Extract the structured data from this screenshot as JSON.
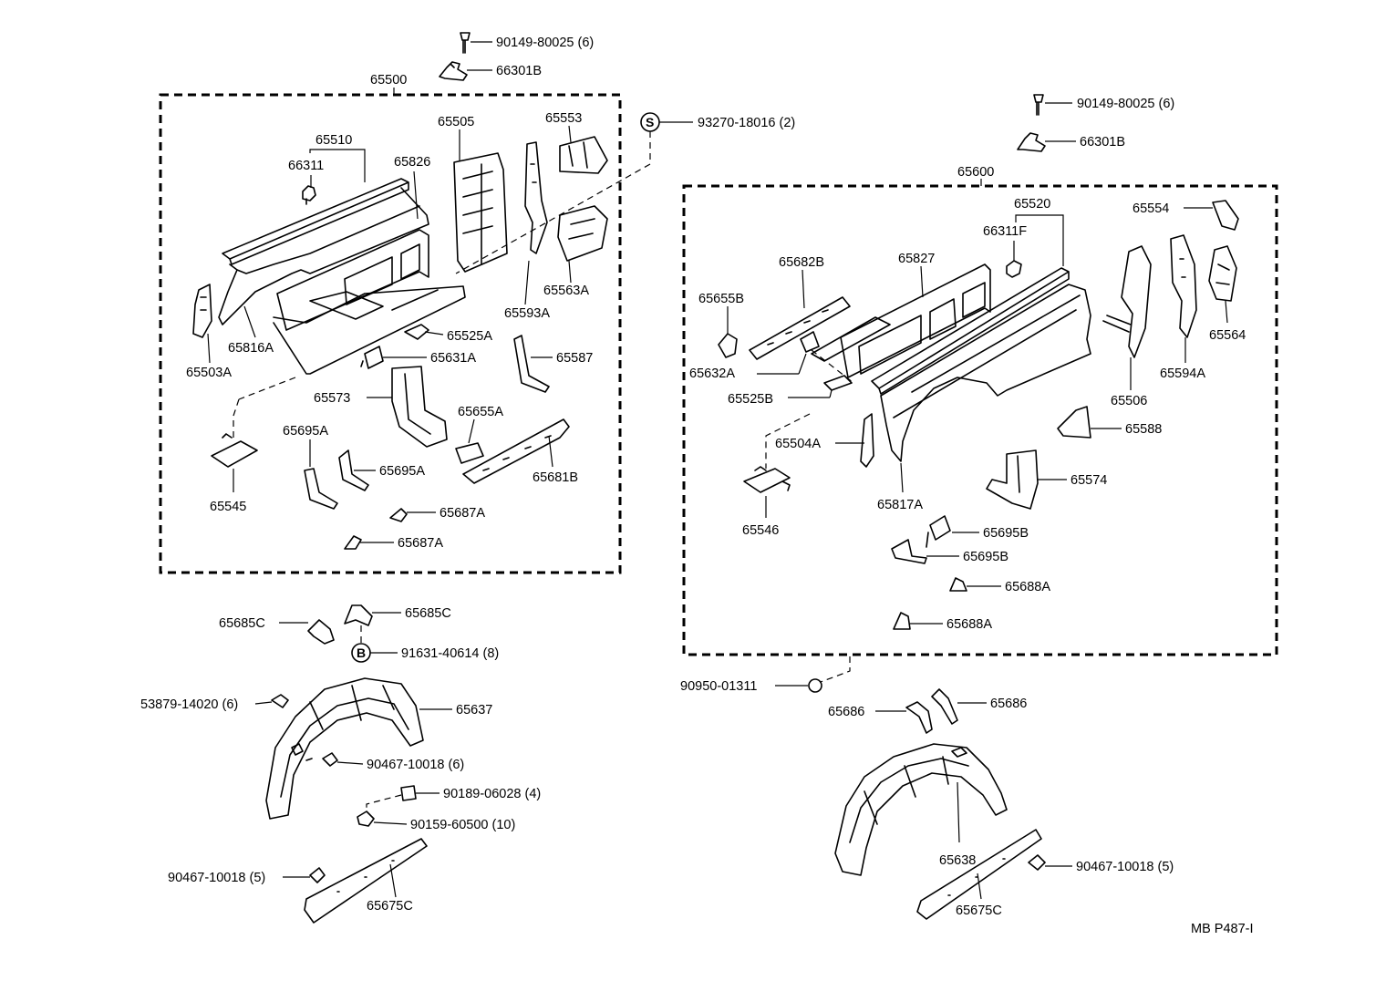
{
  "callouts": {
    "p_90149_80025_left": "90149-80025 (6)",
    "p_66301b_left": "66301B",
    "p_65500": "65500",
    "p_93270": "93270-18016 (2)",
    "p_s_symbol": "S",
    "p_65510": "65510",
    "p_66311": "66311",
    "p_65826": "65826",
    "p_65505": "65505",
    "p_65553": "65553",
    "p_65563a": "65563A",
    "p_65593a": "65593A",
    "p_65816a": "65816A",
    "p_65503a": "65503A",
    "p_65525a": "65525A",
    "p_65631a": "65631A",
    "p_65587": "65587",
    "p_65573": "65573",
    "p_65655a": "65655A",
    "p_65695a_1": "65695A",
    "p_65695a_2": "65695A",
    "p_65681b": "65681B",
    "p_65545": "65545",
    "p_65687a_1": "65687A",
    "p_65687a_2": "65687A",
    "p_65685c_1": "65685C",
    "p_65685c_2": "65685C",
    "p_b_symbol": "B",
    "p_91631": "91631-40614 (8)",
    "p_53879": "53879-14020 (6)",
    "p_65637": "65637",
    "p_90467_6": "90467-10018 (6)",
    "p_90189": "90189-06028 (4)",
    "p_90159": "90159-60500 (10)",
    "p_90467_5_left": "90467-10018 (5)",
    "p_65675c_left": "65675C",
    "p_90149_80025_right": "90149-80025 (6)",
    "p_66301b_right": "66301B",
    "p_65600": "65600",
    "p_65520": "65520",
    "p_66311f": "66311F",
    "p_65554": "65554",
    "p_65682b": "65682B",
    "p_65827": "65827",
    "p_65655b": "65655B",
    "p_65632a": "65632A",
    "p_65525b": "65525B",
    "p_65564": "65564",
    "p_65594a": "65594A",
    "p_65506": "65506",
    "p_65588": "65588",
    "p_65504a": "65504A",
    "p_65817a": "65817A",
    "p_65574": "65574",
    "p_65546": "65546",
    "p_65695b_1": "65695B",
    "p_65695b_2": "65695B",
    "p_65688a_1": "65688A",
    "p_65688a_2": "65688A",
    "p_90950": "90950-01311",
    "p_65686_1": "65686",
    "p_65686_2": "65686",
    "p_65638": "65638",
    "p_90467_5_right": "90467-10018 (5)",
    "p_65675c_right": "65675C",
    "figure_code": "MB P487-I"
  }
}
